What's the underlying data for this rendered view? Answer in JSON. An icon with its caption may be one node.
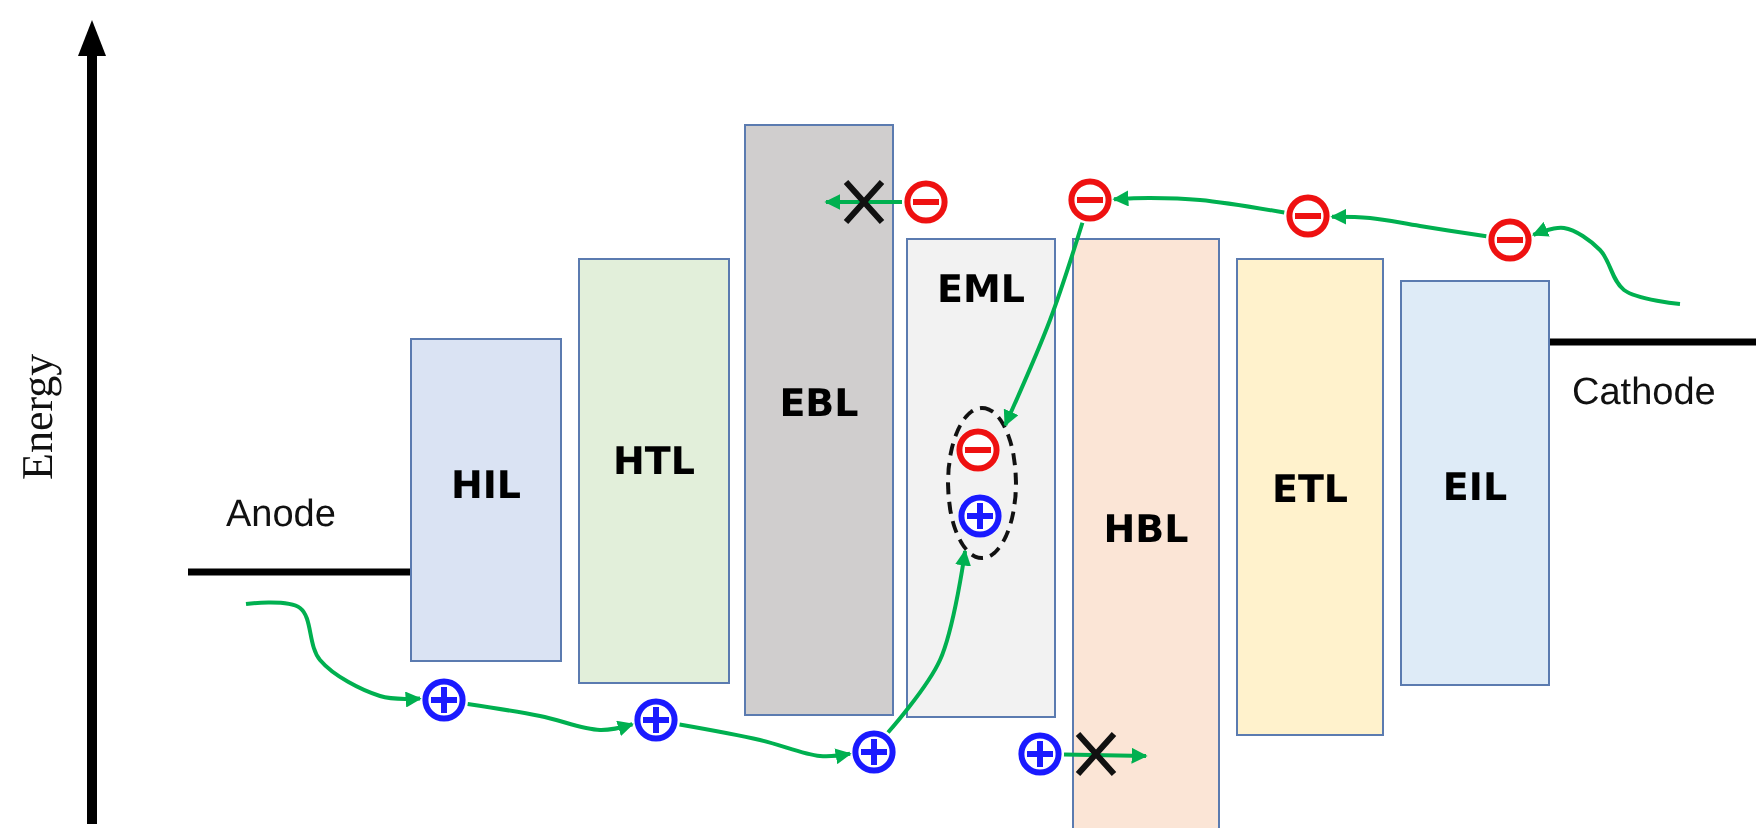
{
  "diagram": {
    "nodes": [
      {
        "text": [
          "HIL"
        ]
      },
      {
        "text": [
          "HTL"
        ]
      },
      {
        "text": [
          "EBL"
        ]
      },
      {
        "text": [
          "EML"
        ]
      },
      {
        "text": [
          "HBL"
        ]
      },
      {
        "text": [
          "ETL"
        ]
      },
      {
        "text": [
          "EIL"
        ]
      },
      {
        "text": [],
        "shape": "circle"
      },
      {
        "text": [],
        "shape": "circle"
      },
      {
        "text": [],
        "shape": "circle"
      },
      {
        "text": [],
        "shape": "circle"
      },
      {
        "text": [],
        "shape": "circle"
      },
      {
        "text": [],
        "shape": "circle"
      },
      {
        "text": [],
        "shape": "circle"
      },
      {
        "text": [],
        "shape": "circle"
      },
      {
        "text": [],
        "shape": "circle",
        "in": 3
      },
      {
        "text": [],
        "shape": "circle",
        "in": 15
      },
      {
        "text": [],
        "shape": "circle",
        "in": 15
      }
    ],
    "edges": [
      {
        "from": null,
        "to": 7,
        "arrow": "to"
      },
      {
        "from": 7,
        "to": 8,
        "arrow": "to"
      },
      {
        "from": 8,
        "to": 9,
        "arrow": "to"
      },
      {
        "from": 9,
        "to": 15,
        "arrow": "to"
      },
      {
        "from": 10,
        "to": 4,
        "arrow": "to"
      },
      {
        "from": null,
        "to": 14,
        "arrow": "to"
      },
      {
        "from": 14,
        "to": 13,
        "arrow": "to"
      },
      {
        "from": 13,
        "to": 12,
        "arrow": "to"
      },
      {
        "from": 12,
        "to": 15,
        "arrow": "to"
      },
      {
        "from": 11,
        "to": 2,
        "arrow": "to"
      }
    ],
    "labels": [
      "Energy",
      "Anode",
      "Cathode"
    ]
  }
}
